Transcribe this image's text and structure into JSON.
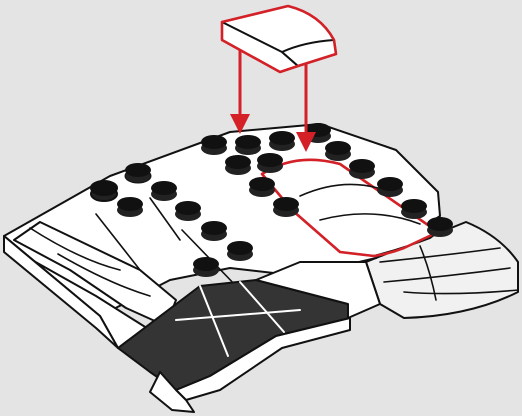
{
  "diagram": {
    "kind": "brick-building-instruction-step",
    "highlight_color": "#d42027",
    "background_color": "#e4e4e4",
    "piece_added": "curved-slope-tile-2x2",
    "arrow_count": 2
  }
}
